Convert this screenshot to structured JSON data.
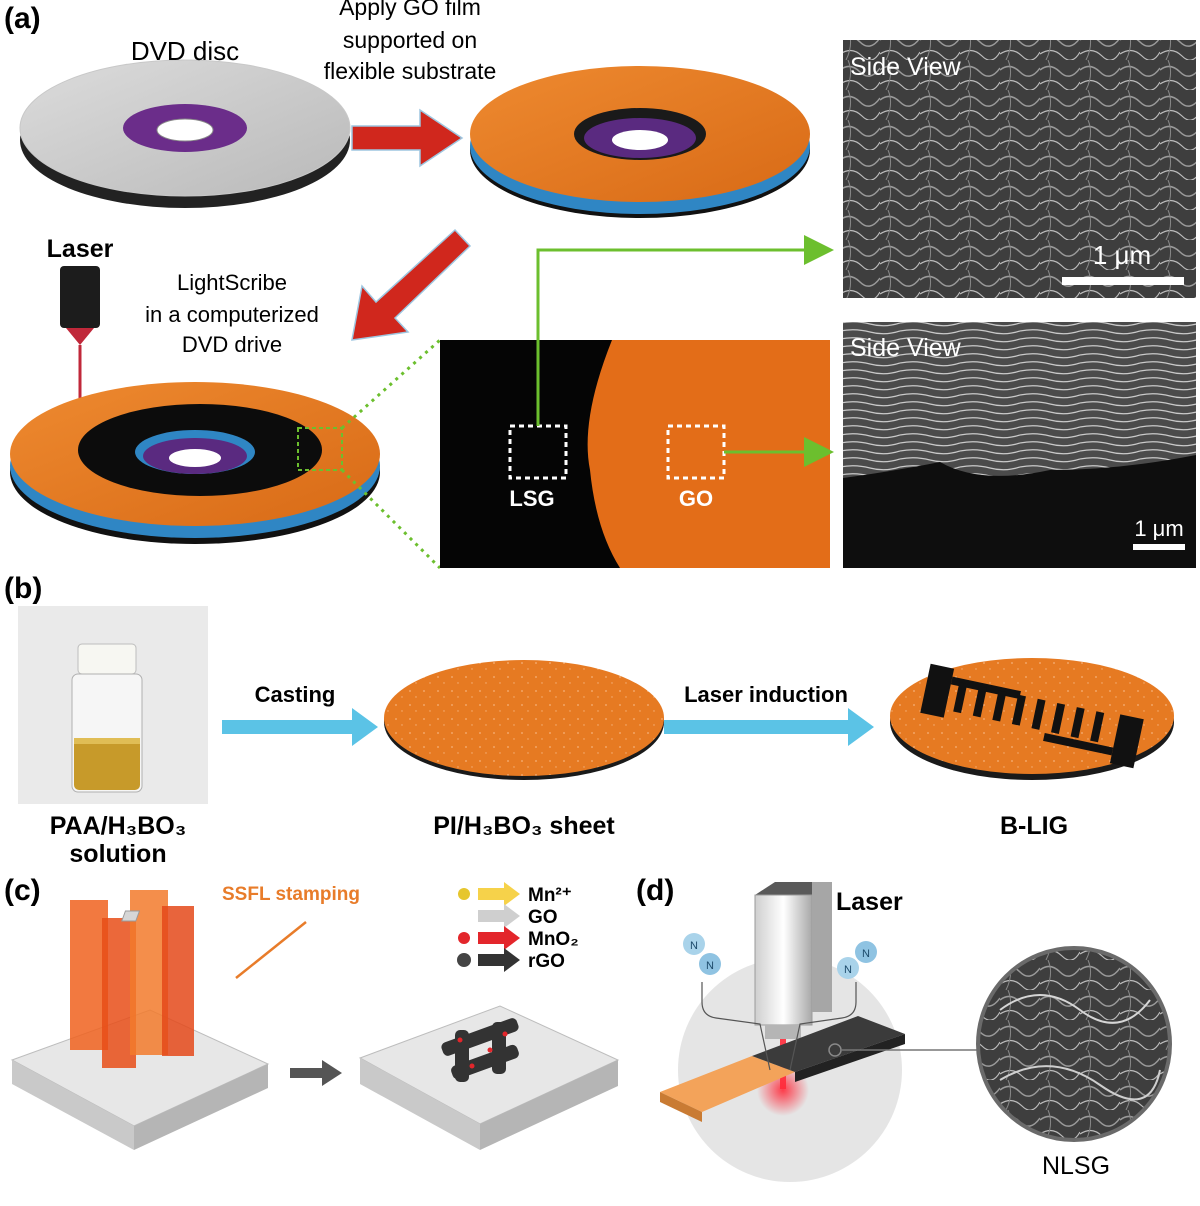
{
  "panel_labels": {
    "a": "(a)",
    "b": "(b)",
    "c": "(c)",
    "d": "(d)"
  },
  "panel_a": {
    "dvd_disc": "DVD disc",
    "apply_go_line1": "Apply GO film",
    "apply_go_line2": "supported on",
    "apply_go_line3": "flexible substrate",
    "laser": "Laser",
    "lightscribe_line1": "LightScribe",
    "lightscribe_line2": "in a computerized",
    "lightscribe_line3": "DVD drive",
    "lsg": "LSG",
    "go": "GO",
    "sem_top_title": "Side View",
    "sem_top_scale": "1 μm",
    "sem_bottom_title": "Side View",
    "sem_bottom_scale": "1 μm"
  },
  "panel_b": {
    "casting": "Casting",
    "laser_induction": "Laser induction",
    "paa_line1": "PAA/H₃BO₃",
    "paa_line2": "solution",
    "pi_sheet": "PI/H₃BO₃ sheet",
    "blig": "B-LIG"
  },
  "panel_c": {
    "ssfl": "SSFL stamping",
    "legend": [
      "Mn²⁺",
      "GO",
      "MnO₂",
      "rGO"
    ]
  },
  "panel_d": {
    "laser": "Laser",
    "n2_left": "N",
    "n2_right": "N",
    "nlsg": "NLSG"
  },
  "colors": {
    "orange": "#e67a22",
    "blue_arrow": "#5bc3e6",
    "red_arrow": "#d0271d",
    "green_line": "#6cbf2e",
    "sem_gray": "#4a4a4a"
  }
}
